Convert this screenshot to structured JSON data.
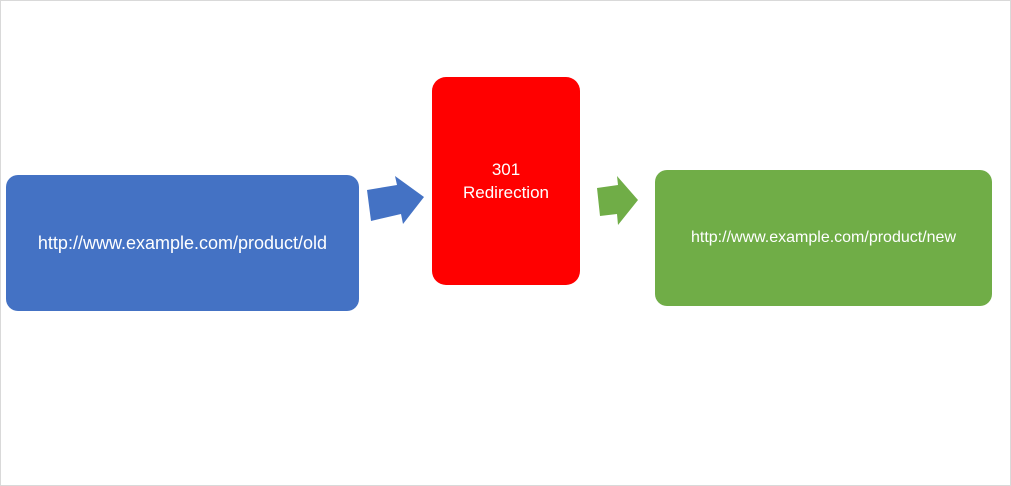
{
  "diagram": {
    "source_url": "http://www.example.com/product/old",
    "redirect": {
      "code": "301",
      "label": "Redirection"
    },
    "target_url": "http://www.example.com/product/new"
  },
  "colors": {
    "source_box": "#4472C4",
    "redirect_box": "#FF0000",
    "target_box": "#70AD47",
    "arrow_one": "#4472C4",
    "arrow_two": "#70AD47"
  }
}
